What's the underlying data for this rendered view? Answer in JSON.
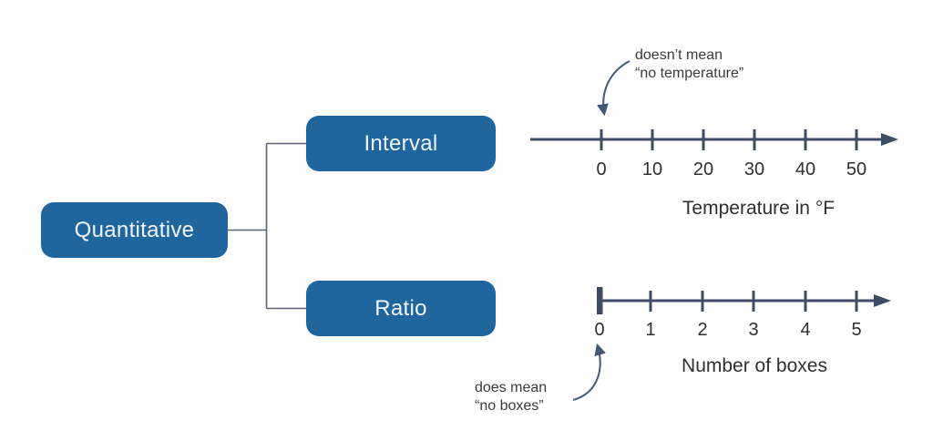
{
  "tree": {
    "root_label": "Quantitative",
    "branches": [
      {
        "label": "Interval"
      },
      {
        "label": "Ratio"
      }
    ]
  },
  "interval_line": {
    "annotation_line1": "doesn’t mean",
    "annotation_line2": "“no temperature”",
    "tick_labels": [
      "0",
      "10",
      "20",
      "30",
      "40",
      "50"
    ],
    "axis_label": "Temperature in °F",
    "range": [
      0,
      50
    ],
    "tick_step": 10
  },
  "ratio_line": {
    "annotation_line1": "does mean",
    "annotation_line2": "“no boxes”",
    "tick_labels": [
      "0",
      "1",
      "2",
      "3",
      "4",
      "5"
    ],
    "axis_label": "Number of boxes",
    "range": [
      0,
      5
    ],
    "tick_step": 1
  },
  "colors": {
    "node_fill": "#1f669e",
    "node_text": "#f2f6fa",
    "number_line": "#3d4d68",
    "annotation_arrow": "#44577a",
    "connector": "#5a6375",
    "label_text": "#2f2f2f"
  }
}
